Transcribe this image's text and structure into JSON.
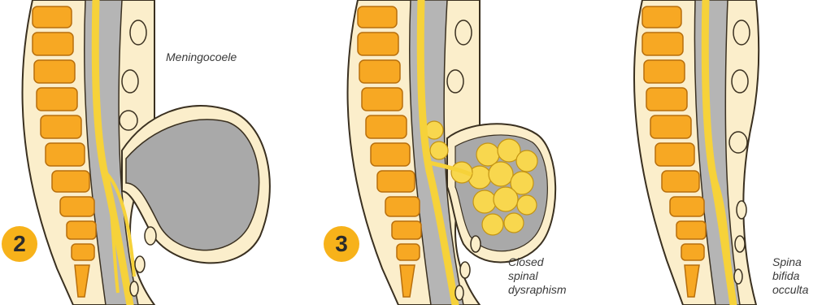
{
  "panels": [
    {
      "id": "meningocoele",
      "badge": "2",
      "label": [
        "Meningocoele"
      ]
    },
    {
      "id": "closed-spinal-dysraphism",
      "badge": "3",
      "label": [
        "Closed",
        "spinal",
        "dysraphism"
      ]
    },
    {
      "id": "spina-bifida-occulta",
      "badge": "",
      "label": [
        "Spina",
        "bifida",
        "occulta"
      ]
    }
  ],
  "colors": {
    "vertebra": "#f7a823",
    "vertebra_edge": "#b86f0c",
    "cord": "#f6d23a",
    "csf_grey": "#a9a9a9",
    "skin_fill": "#fbeecb",
    "skin_edge": "#3a3020",
    "badge": "#f7b21a"
  }
}
